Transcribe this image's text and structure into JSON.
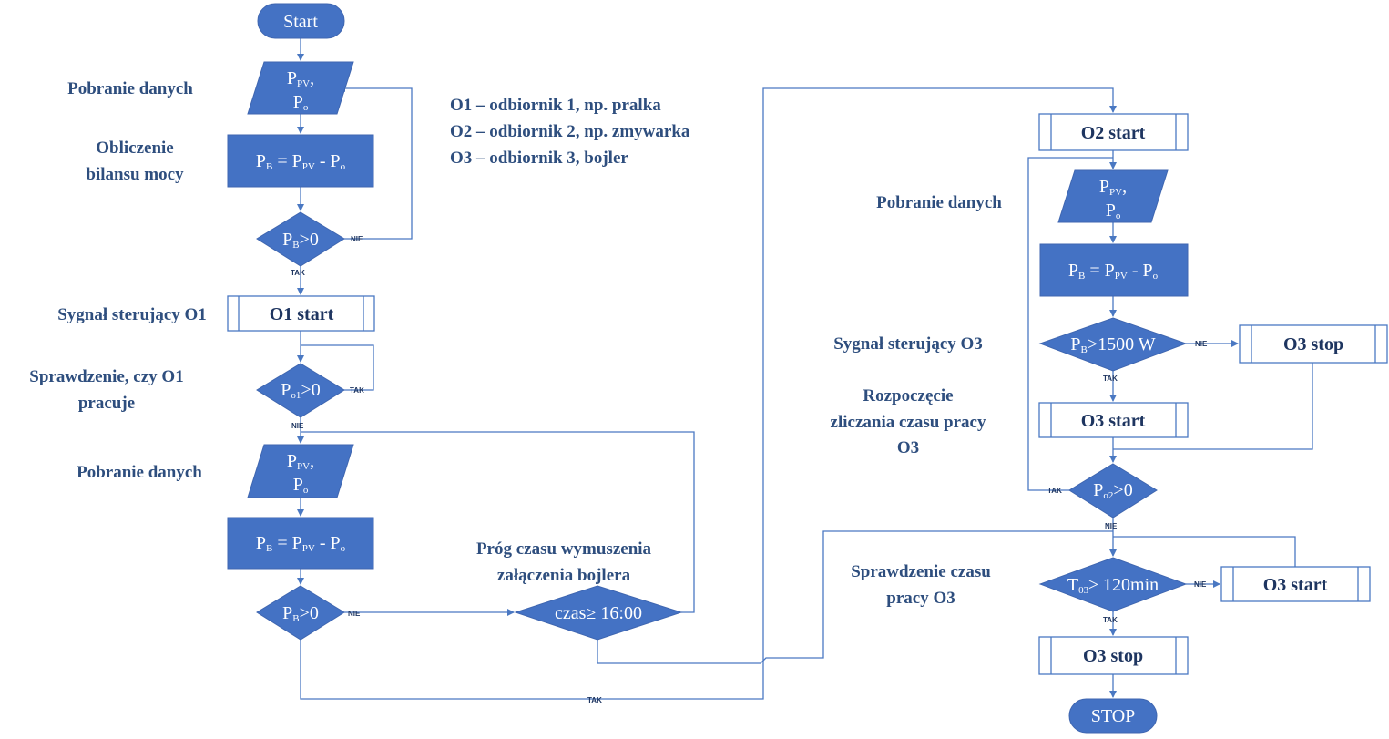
{
  "shapes": {
    "start": "Start",
    "stop": "STOP",
    "input": [
      "PPV,",
      "Po"
    ],
    "balance": "PB = PPV - Po",
    "pb_gt0": "PB>0",
    "po1_gt0": "Po1>0",
    "po2_gt0": "Po2>0",
    "pb_gt1500": "PB>1500 W",
    "t03": "T03≥ 120min",
    "czas": "czas≥ 16:00",
    "o1_start": "O1 start",
    "o2_start": "O2 start",
    "o3_start": "O3 start",
    "o3_stop": "O3 stop"
  },
  "labels": {
    "pobranie": "Pobranie danych",
    "obliczenie_1": "Obliczenie",
    "obliczenie_2": "bilansu mocy",
    "sygnal_o1": "Sygnał sterujący O1",
    "sprawdzenie_o1_1": "Sprawdzenie, czy O1",
    "sprawdzenie_o1_2": "pracuje",
    "prog_1": "Próg czasu wymuszenia",
    "prog_2": "załączenia bojlera",
    "sygnal_o3": "Sygnał sterujący O3",
    "rozpoczecie_1": "Rozpoczęcie",
    "rozpoczecie_2": "zliczania czasu pracy",
    "rozpoczecie_3": "O3",
    "sprawdzenie_czasu_1": "Sprawdzenie czasu",
    "sprawdzenie_czasu_2": "pracy O3"
  },
  "legend": [
    "O1 – odbiornik 1, np. pralka",
    "O2 – odbiornik 2, np. zmywarka",
    "O3 – odbiornik 3, bojler"
  ],
  "branch": {
    "tak": "TAK",
    "nie": "NIE"
  }
}
